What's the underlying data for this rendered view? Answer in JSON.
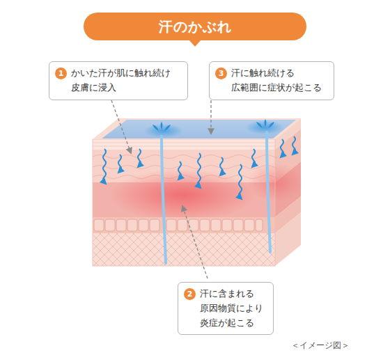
{
  "diagram": {
    "title": "汗のかぶれ",
    "caption": "＜イメージ図＞",
    "nodes": [
      {
        "text": [
          "1",
          "かいた汗が肌に触れ続け 皮膚に浸入"
        ]
      },
      {
        "text": [
          "3",
          "汗に触れ続ける 広範囲に症状が起こる"
        ]
      },
      {
        "text": [
          "2",
          "汗に含まれる 原因物質により 炎症が起こる"
        ]
      }
    ]
  }
}
